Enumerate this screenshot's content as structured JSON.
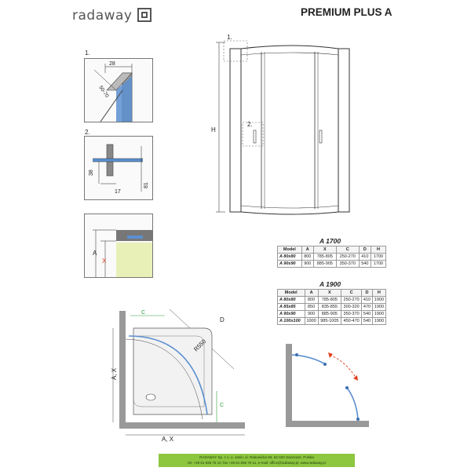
{
  "brand": {
    "name": "radaway"
  },
  "title": "PREMIUM PLUS A",
  "details": {
    "d1": {
      "label": "1.",
      "dim_top": "28",
      "dim_diag": "50-70"
    },
    "d2": {
      "label": "2.",
      "dim_left": "38",
      "dim_bottom": "17",
      "dim_right": "81"
    },
    "d3": {
      "dim_a": "A",
      "dim_x": "X"
    }
  },
  "front": {
    "callout1": "1.",
    "callout2": "2.",
    "height": "H"
  },
  "plan": {
    "c_top": "C",
    "d": "D",
    "radius": "R550",
    "c_side": "C",
    "ax_left": "A, X",
    "ax_bottom": "A, X"
  },
  "table1": {
    "title": "A 1700",
    "headers": [
      "Model",
      "A",
      "X",
      "C",
      "D",
      "H"
    ],
    "rows": [
      [
        "A 80x80",
        "800",
        "785-805",
        "250-270",
        "410",
        "1700"
      ],
      [
        "A 90x90",
        "900",
        "885-905",
        "350-370",
        "540",
        "1700"
      ]
    ]
  },
  "table2": {
    "title": "A 1900",
    "headers": [
      "Model",
      "A",
      "X",
      "C",
      "D",
      "H"
    ],
    "rows": [
      [
        "A 80x80",
        "800",
        "785-805",
        "250-270",
        "410",
        "1900"
      ],
      [
        "A 85x85",
        "850",
        "835-855",
        "300-320",
        "470",
        "1900"
      ],
      [
        "A 90x90",
        "900",
        "885-905",
        "350-370",
        "540",
        "1900"
      ],
      [
        "A 100x100",
        "1000",
        "985-1005",
        "450-470",
        "540",
        "1900"
      ]
    ]
  },
  "footer": {
    "line1": "RADAWAY Sp. z o. o. Jasin; ul. Rabowicka 59, 62-020 Swarzędz, Polska",
    "line2": "tel. +48 61 835 75 10, fax +48 61 835 75 11, e-mail: office@radaway.pl, www.radaway.pl"
  },
  "colors": {
    "footer_bg": "#8dc63f",
    "glass_blue": "#5b8fd0",
    "floor_green": "#e8f0b8",
    "arrow_red": "#e04020"
  }
}
